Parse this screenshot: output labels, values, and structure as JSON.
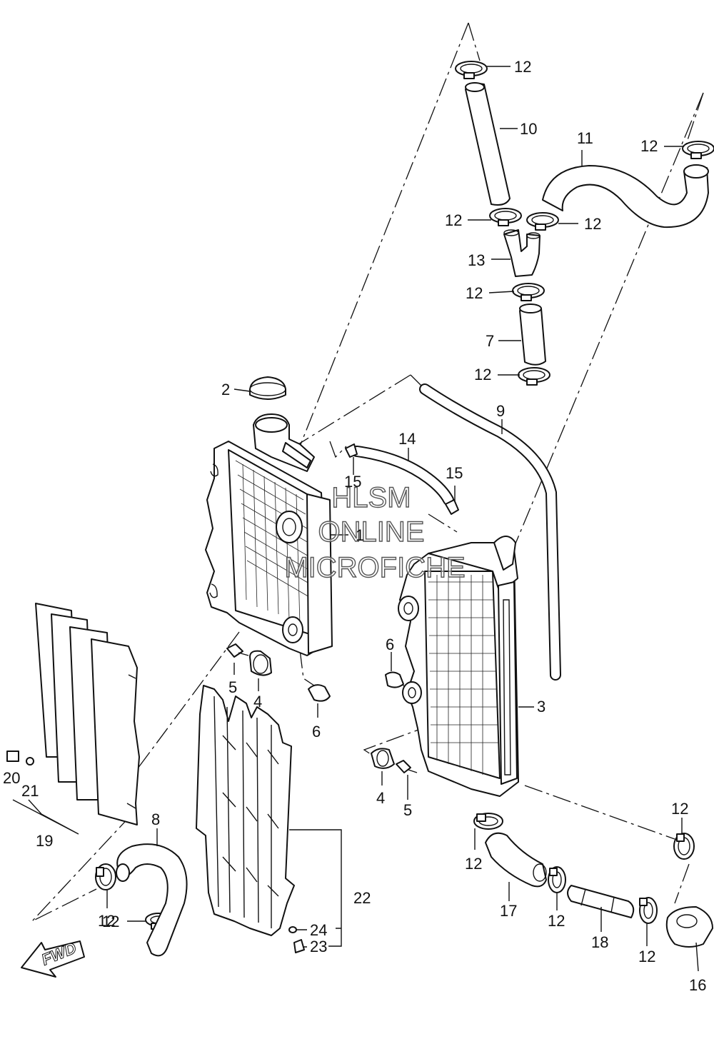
{
  "watermark": {
    "line1": "HLSM",
    "line2": "ONLINE",
    "line3": "MICROFICHE"
  },
  "direction_arrow": {
    "label": "FWD",
    "icon": "fwd-arrow-icon"
  },
  "callouts": [
    {
      "id": "c1",
      "label": "1"
    },
    {
      "id": "c2",
      "label": "2"
    },
    {
      "id": "c3",
      "label": "3"
    },
    {
      "id": "c4a",
      "label": "4"
    },
    {
      "id": "c4b",
      "label": "4"
    },
    {
      "id": "c5a",
      "label": "5"
    },
    {
      "id": "c5b",
      "label": "5"
    },
    {
      "id": "c6a",
      "label": "6"
    },
    {
      "id": "c6b",
      "label": "6"
    },
    {
      "id": "c7",
      "label": "7"
    },
    {
      "id": "c8",
      "label": "8"
    },
    {
      "id": "c9",
      "label": "9"
    },
    {
      "id": "c10",
      "label": "10"
    },
    {
      "id": "c11",
      "label": "11"
    },
    {
      "id": "c12a",
      "label": "12"
    },
    {
      "id": "c12b",
      "label": "12"
    },
    {
      "id": "c12c",
      "label": "12"
    },
    {
      "id": "c12d",
      "label": "12"
    },
    {
      "id": "c12e",
      "label": "12"
    },
    {
      "id": "c12f",
      "label": "12"
    },
    {
      "id": "c12g",
      "label": "12"
    },
    {
      "id": "c12h",
      "label": "12"
    },
    {
      "id": "c12i",
      "label": "12"
    },
    {
      "id": "c12j",
      "label": "12"
    },
    {
      "id": "c12k",
      "label": "12"
    },
    {
      "id": "c12l",
      "label": "12"
    },
    {
      "id": "c12m",
      "label": "12"
    },
    {
      "id": "c13",
      "label": "13"
    },
    {
      "id": "c14",
      "label": "14"
    },
    {
      "id": "c15a",
      "label": "15"
    },
    {
      "id": "c15b",
      "label": "15"
    },
    {
      "id": "c16",
      "label": "16"
    },
    {
      "id": "c17",
      "label": "17"
    },
    {
      "id": "c18",
      "label": "18"
    },
    {
      "id": "c19",
      "label": "19"
    },
    {
      "id": "c20",
      "label": "20"
    },
    {
      "id": "c21",
      "label": "21"
    },
    {
      "id": "c22",
      "label": "22"
    },
    {
      "id": "c23",
      "label": "23"
    },
    {
      "id": "c24",
      "label": "24"
    }
  ]
}
